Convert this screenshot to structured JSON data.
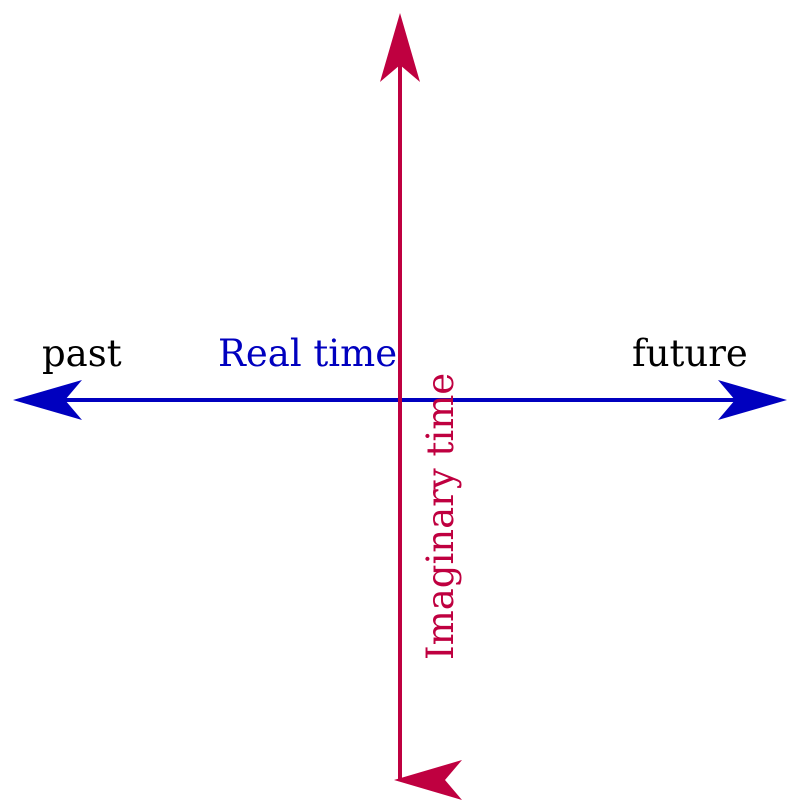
{
  "labels": {
    "past": "past",
    "future": "future",
    "real_time": "Real time",
    "imaginary_time": "Imaginary time"
  },
  "colors": {
    "real_axis": "#0000bf",
    "imaginary_axis": "#bf0040",
    "text": "#000000"
  }
}
